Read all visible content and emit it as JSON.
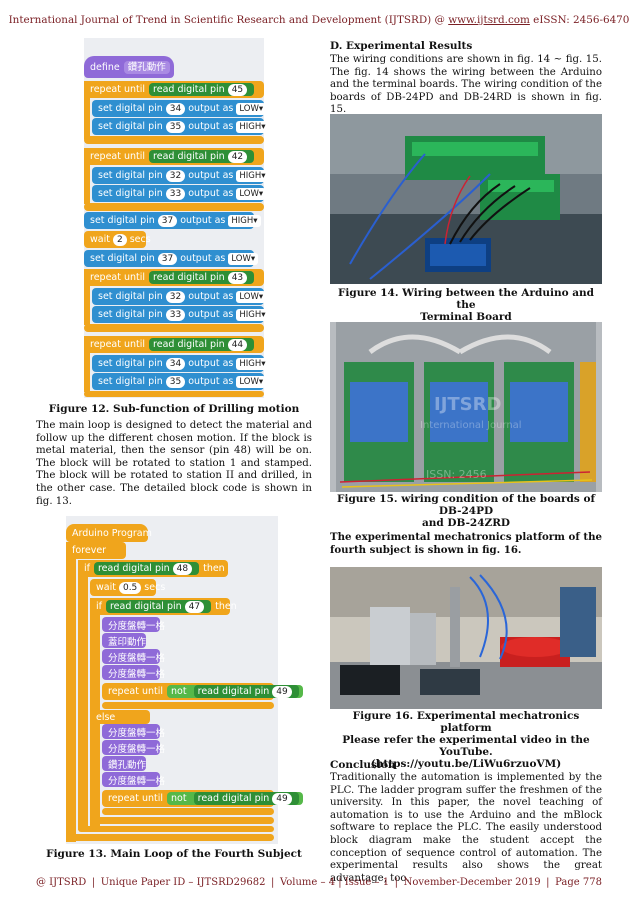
{
  "header": {
    "journal": "International Journal of Trend in Scientific Research and Development (IJTSRD) @ ",
    "url": "www.ijtsrd.com",
    "issn": " eISSN: 2456-6470"
  },
  "fig12": {
    "caption": "Figure 12. Sub-function of Drilling motion",
    "define_label": "define",
    "define_name": "鑽孔動作",
    "blocks": {
      "b1_prefix": "repeat until",
      "b1_read": "read digital pin",
      "b1_pin": "45",
      "b2_prefix": "set digital pin",
      "b2_pin": "34",
      "b2_mid": "output as",
      "b2_val": "LOW",
      "b3_prefix": "set digital pin",
      "b3_pin": "35",
      "b3_mid": "output as",
      "b3_val": "HIGH",
      "b4_prefix": "repeat until",
      "b4_read": "read digital pin",
      "b4_pin": "42",
      "b5_prefix": "set digital pin",
      "b5_pin": "32",
      "b5_mid": "output as",
      "b5_val": "HIGH",
      "b6_prefix": "set digital pin",
      "b6_pin": "33",
      "b6_mid": "output as",
      "b6_val": "LOW",
      "b7_prefix": "set digital pin",
      "b7_pin": "37",
      "b7_mid": "output as",
      "b7_val": "HIGH",
      "b8_prefix": "wait",
      "b8_num": "2",
      "b8_suffix": "secs",
      "b9_prefix": "set digital pin",
      "b9_pin": "37",
      "b9_mid": "output as",
      "b9_val": "LOW",
      "b10_prefix": "repeat until",
      "b10_read": "read digital pin",
      "b10_pin": "43",
      "b11_prefix": "set digital pin",
      "b11_pin": "32",
      "b11_mid": "output as",
      "b11_val": "LOW",
      "b12_prefix": "set digital pin",
      "b12_pin": "33",
      "b12_mid": "output as",
      "b12_val": "HIGH",
      "b13_prefix": "repeat until",
      "b13_read": "read digital pin",
      "b13_pin": "44",
      "b14_prefix": "set digital pin",
      "b14_pin": "34",
      "b14_mid": "output as",
      "b14_val": "HIGH",
      "b15_prefix": "set digital pin",
      "b15_pin": "35",
      "b15_mid": "output as",
      "b15_val": "LOW"
    }
  },
  "left_paragraph": "The main loop is designed to detect the material and follow up the different chosen motion. If the block is metal material, then the sensor (pin 48) will be on. The block will be rotated to station 1 and stamped. The block will be rotated to station II and drilled, in the other case. The detailed block code is shown in fig. 13.",
  "fig13": {
    "caption": "Figure 13. Main Loop of the Fourth Subject",
    "program": "Arduino Program",
    "forever": "forever",
    "if1": "if",
    "if1_read": "read digital pin",
    "if1_pin": "48",
    "then1": "then",
    "wait": "wait",
    "wait_num": "0.5",
    "secs": "secs",
    "if2": "if",
    "if2_read": "read digital pin",
    "if2_pin": "47",
    "then2": "then",
    "c1": "分度盤轉一格",
    "c2": "蓋印動作",
    "c3": "分度盤轉一格",
    "c4": "分度盤轉一格",
    "r1": "repeat until",
    "r1_not": "not",
    "r1_read": "read digital pin",
    "r1_pin": "49",
    "else": "else",
    "d1": "分度盤轉一格",
    "d2": "分度盤轉一格",
    "d3": "鑽孔動作",
    "d4": "分度盤轉一格",
    "r2": "repeat until",
    "r2_not": "not",
    "r2_read": "read digital pin",
    "r2_pin": "49"
  },
  "section_d": {
    "heading": "D.   Experimental Results",
    "paragraph": "The wiring conditions are shown in fig. 14 ~ fig. 15. The fig. 14 shows the wiring between the Arduino and the terminal boards. The wiring condition of the boards of DB-24PD and DB-24RD is shown in fig. 15."
  },
  "fig14": {
    "caption_l1": "Figure 14.  Wiring between the Arduino and the",
    "caption_l2": "Terminal Board"
  },
  "fig15": {
    "caption_l1": "Figure 15.  wiring condition of the boards of DB-24PD",
    "caption_l2": "and DB-24ZRD",
    "watermark_1": "IJTSRD",
    "watermark_2": "International Journal",
    "watermark_3": "ISSN: 2456"
  },
  "fig16_intro": "The experimental mechatronics platform of the fourth subject is shown in fig. 16.",
  "fig16": {
    "caption_l1": "Figure 16.  Experimental mechatronics platform",
    "caption_l2": "Please refer the experimental video in the YouTube.",
    "caption_l3": "(https://youtu.be/LiWu6rzuoVM)"
  },
  "conclusion": {
    "heading": "Conclusion",
    "paragraph": "Traditionally the automation is implemented by the PLC. The ladder program suffer the freshmen of the university. In this paper, the novel teaching of automation is to use the Arduino and the mBlock software to replace the PLC. The easily understood block diagram make the student accept the conception of sequence control of automation. The experimental results also shows the great advantage, too."
  },
  "footer": {
    "left": "@ IJTSRD",
    "paper_id": "Unique Paper ID – IJTSRD29682",
    "volume": "Volume – 4 | Issue – 1",
    "date": "November-December 2019",
    "page": "Page 778",
    "sep": "|"
  },
  "colors": {
    "header_text": "#7a1f24",
    "block_blue": "#2f8fd0",
    "block_purple": "#8f6ad8",
    "block_orange": "#f0a51c",
    "block_green": "#3ba33f"
  }
}
